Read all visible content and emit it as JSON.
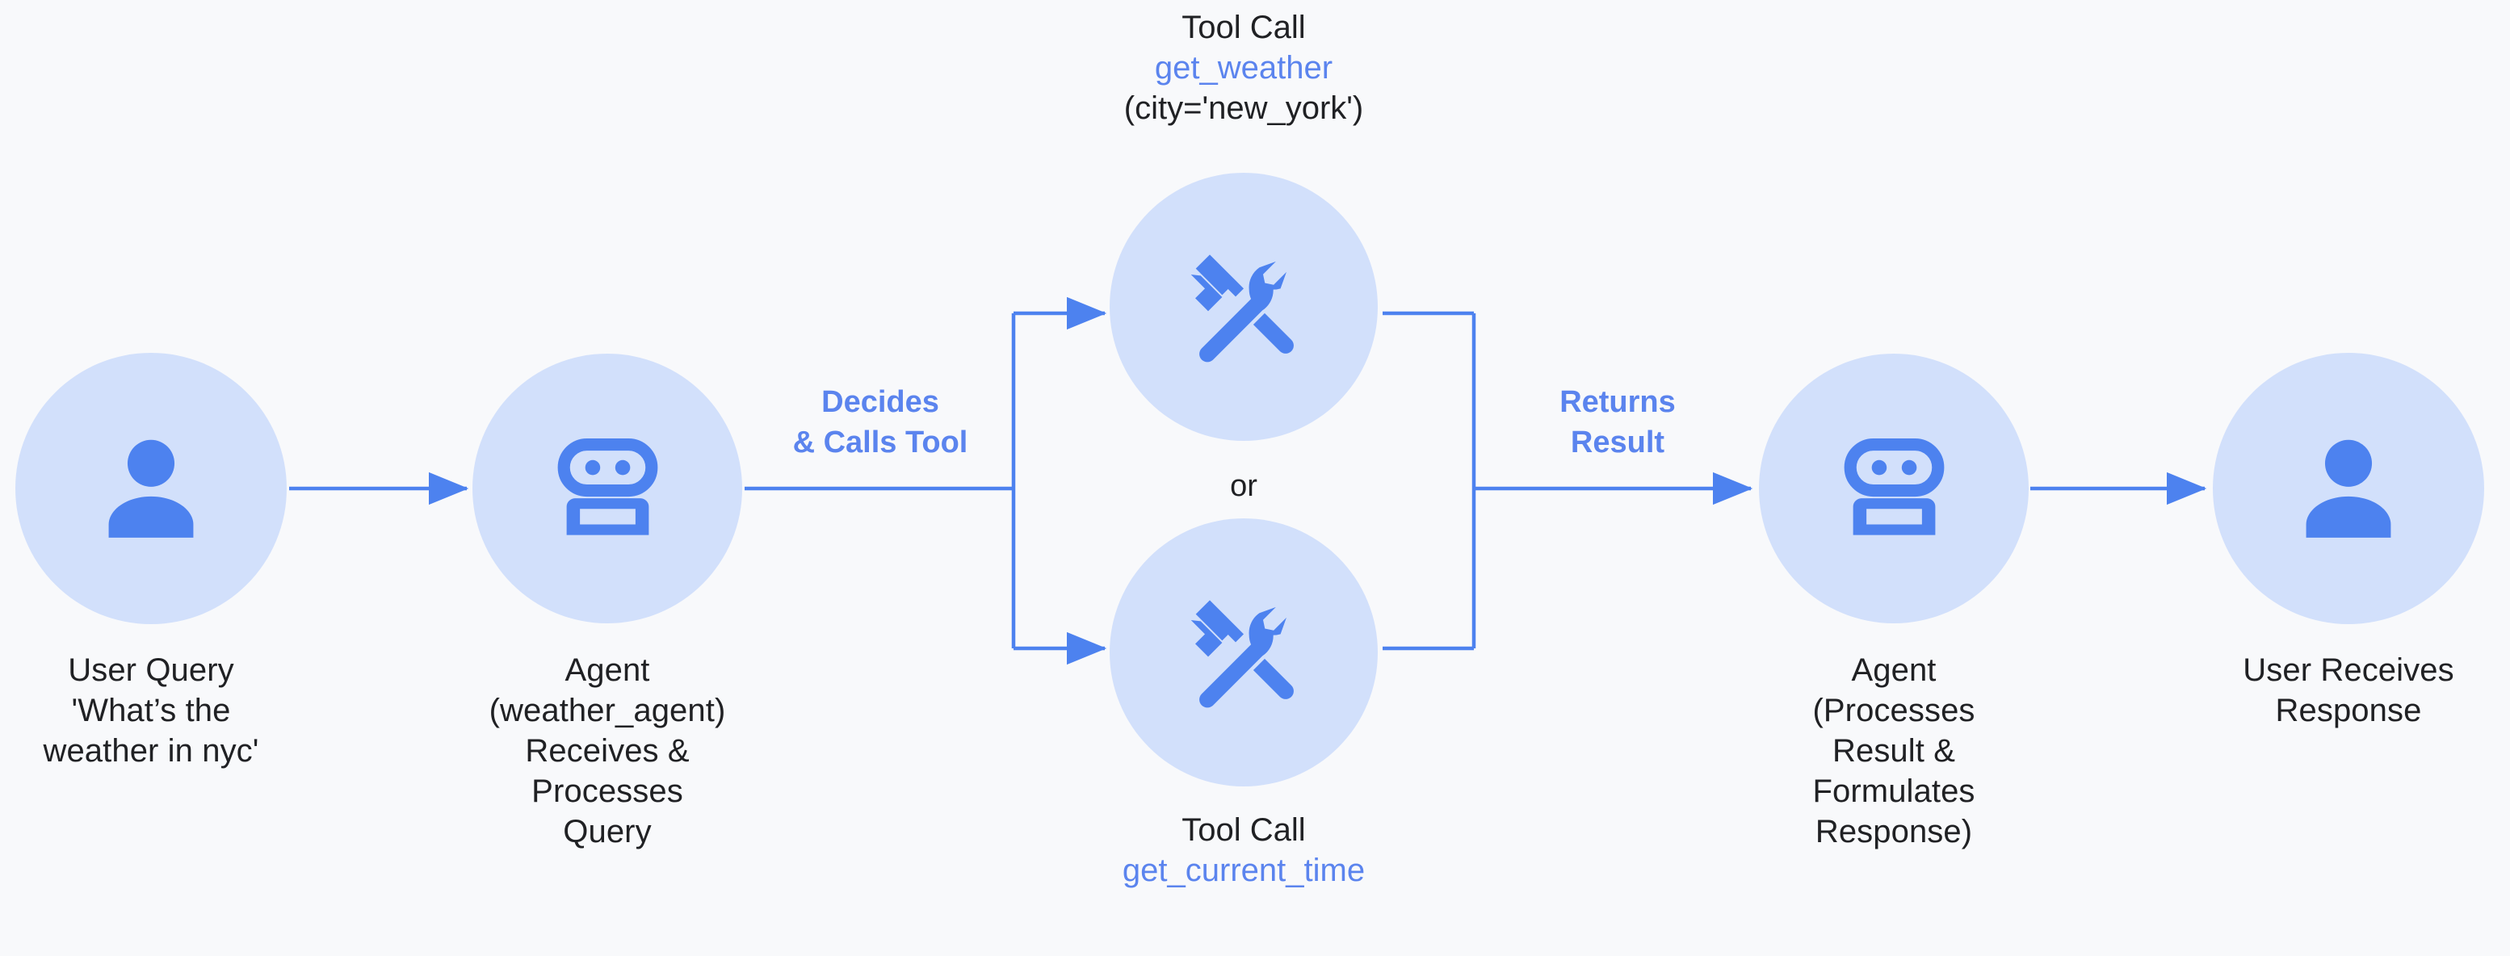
{
  "diagram": {
    "title": "Agent tool-calling flow",
    "background_color": "#f8f9fb",
    "circle_color": "#d2e0fb",
    "icon_color": "#4d82ef",
    "accent_color": "#5b84ee",
    "text_color": "#202124"
  },
  "nodes": {
    "user_query": {
      "icon": "person-icon",
      "caption": "User Query\n'What’s the\nweather in nyc'"
    },
    "agent_in": {
      "icon": "robot-icon",
      "caption": "Agent\n(weather_agent)\nReceives &\nProcesses\nQuery"
    },
    "tool_top": {
      "icon": "tools-icon",
      "label_head": "Tool Call",
      "label_fn": "get_weather",
      "label_args": "(city='new_york')"
    },
    "tool_bottom": {
      "icon": "tools-icon",
      "label_head": "Tool Call",
      "label_fn": "get_current_time",
      "label_args": ""
    },
    "agent_out": {
      "icon": "robot-icon",
      "caption": "Agent\n(Processes\nResult &\nFormulates\nResponse)"
    },
    "user_response": {
      "icon": "person-icon",
      "caption": "User Receives\nResponse"
    }
  },
  "edges": {
    "decides": "Decides\n& Calls Tool",
    "returns": "Returns\nResult",
    "branch_or": "or"
  }
}
